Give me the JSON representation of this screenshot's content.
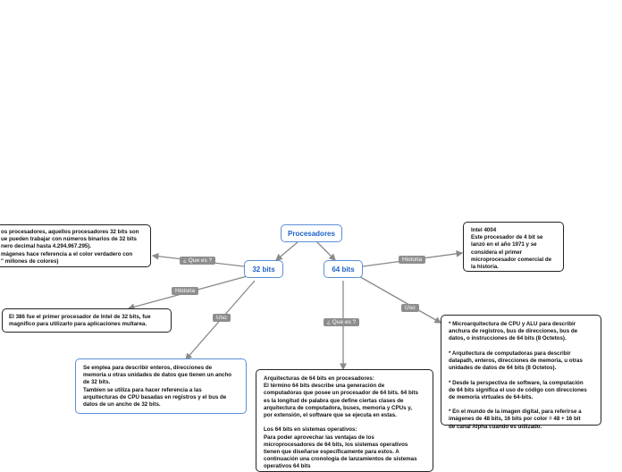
{
  "root": {
    "label": "Procesadores"
  },
  "left_branch": {
    "label": "32 bits",
    "tags": {
      "que_es": "¿ Que es ?",
      "historia": "Historia",
      "uso": "Uso"
    },
    "que_es_text": "os procesadores, aquellos procesadores 32 bits son\nue pueden trabajar con números binarios de 32 bits\nnero decimal hasta 4.294.967.295).\nmágenes hace referencia a el color verdadero con\n\" millones de colores)",
    "historia_text": "El 386 fue el primer procesador de Intel de 32 bits, fue\nmagnifico para utilizarlo para aplicaciones multarea.",
    "uso_text": "Se emplea para describir enteros, direcciones de\nmemoria u otras unidades de datos que tienen un ancho\nde 32 bits.\nTambien se utiliza para hacer referencia a las\narquitecturas de CPU basadas en registros y el bus de\ndatos de un ancho de 32 bits."
  },
  "right_branch": {
    "label": "64 bits",
    "tags": {
      "historia": "Historia",
      "uso": "Uso",
      "que_es": "¿ Que es ?"
    },
    "historia_text": "Intel 4004\nEste procesador de 4 bit se\nlanzó en el año 1971 y se\nconsidera el primer\nmicroprocesador comercial de\nla historia.",
    "uso_text": "* Microarquitectura de CPU y ALU para describir\nanchura de registros, bus de direcciones, bus de\ndatos, o instrucciones de 64 bits (8 Octetos).\n\n* Arquitectura de computadoras para describir\ndatapath, enteros, direcciones de memoria, u otras\nunidades de datos de 64 bits (8 Octetos).\n\n* Desde la perspectiva de software, la computación\nde 64 bits significa el uso de código con direcciones\nde memoria virtuales de 64-bits.\n\n* En el mundo de la imagen digital, para referirse a\nimágenes de 48 bits, 16 bits por color = 48 + 16 bit\nde canal Alpha cuando es utilizado.",
    "que_es_text": "Arquitecturas de 64 bits en procesadores:\nEl término 64 bits describe una generación de\ncomputadoras que posee un procesador de 64 bits. 64 bits\nes la longitud de palabra que define ciertas clases de\narquitectura de computadora, buses, memoria y CPUs y,\npor extensión, el software que se ejecuta en estas.\n\nLos 64 bits en sistemas operativos:\nPara poder aprovechar las ventajas de los\nmicroprocesadores de 64 bits, los sistemas operativos\ntienen que diseñarse específicamente para estos. A\ncontinuación una cronología de lanzamientos de sistemas\noperativos 64 bits"
  }
}
